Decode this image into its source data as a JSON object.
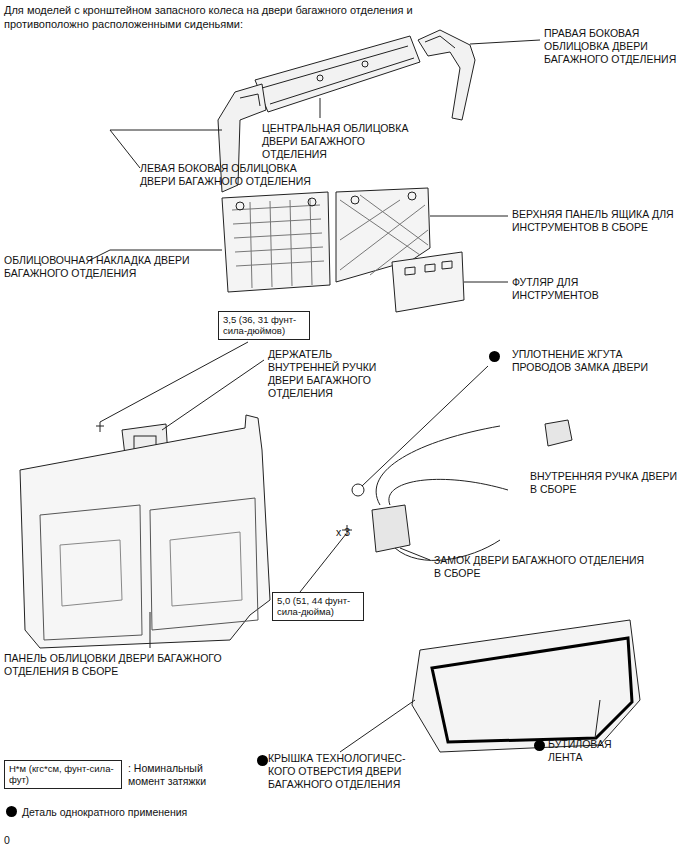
{
  "diagram": {
    "title": "Для моделей с кронштейном запасного колеса на двери багажного отделения и противоположно расположенными сиденьями:",
    "nodes": [
      {
        "text": [
          "3,5 (36, 31 фунт-сила-дюймов)"
        ]
      },
      {
        "text": [
          "5,0 (51, 44 фунт-сила-дюйма)"
        ]
      },
      {
        "text": [
          "Н*м (кгс*см, фунт-сила-фут)"
        ]
      }
    ],
    "edges": [],
    "labels": [
      "ПРАВАЯ БОКОВАЯ ОБЛИЦОВКА ДВЕРИ БАГАЖНОГО ОТДЕЛЕНИЯ",
      "ЦЕНТРАЛЬНАЯ ОБЛИЦОВКА ДВЕРИ БАГАЖНОГО ОТДЕЛЕНИЯ",
      "ЛЕВАЯ БОКОВАЯ ОБЛИЦОВКА ДВЕРИ БАГАЖНОГО ОТДЕЛЕНИЯ",
      "ВЕРХНЯЯ ПАНЕЛЬ ЯЩИКА ДЛЯ ИНСТРУМЕНТОВ В СБОРЕ",
      "ОБЛИЦОВОЧНАЯ НАКЛАДКА ДВЕРИ БАГАЖНОГО ОТДЕЛЕНИЯ",
      "ФУТЛЯР ДЛЯ ИНСТРУМЕНТОВ",
      "ДЕРЖАТЕЛЬ ВНУТРЕННЕЙ РУЧКИ ДВЕРИ БАГАЖНОГО ОТДЕЛЕНИЯ",
      "УПЛОТНЕНИЕ ЖГУТА ПРОВОДОВ ЗАМКА ДВЕРИ",
      "ВНУТРЕННЯЯ РУЧКА ДВЕРИ В СБОРЕ",
      "x 3",
      "ЗАМОК ДВЕРИ БАГАЖНОГО ОТДЕЛЕНИЯ В СБОРЕ",
      "ПАНЕЛЬ ОБЛИЦОВКИ ДВЕРИ БАГАЖНОГО ОТДЕЛЕНИЯ В СБОРЕ",
      "КРЫШКА ТЕХНОЛОГИЧЕС-КОГО ОТВЕРСТИЯ ДВЕРИ БАГАЖНОГО ОТДЕЛЕНИЯ",
      "БУТИЛОВАЯ ЛЕНТА",
      "0"
    ],
    "legend": [
      {
        "text": ": Номинальный момент затяжки"
      },
      {
        "text": "Деталь однократного применения"
      }
    ]
  }
}
